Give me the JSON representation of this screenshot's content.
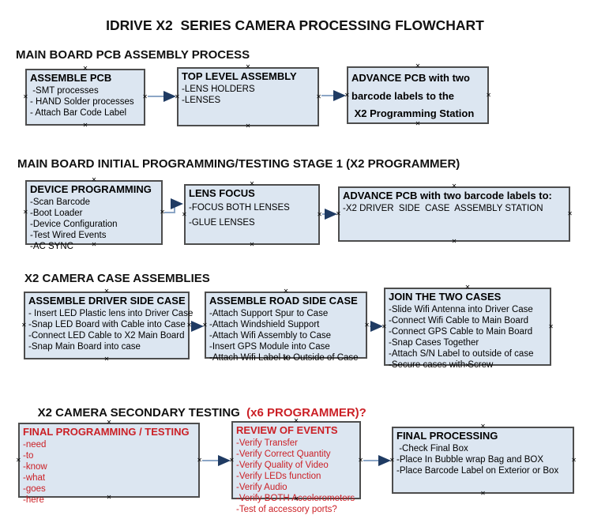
{
  "page": {
    "title": "IDRIVE X2  SERIES CAMERA PROCESSING FLOWCHART"
  },
  "colors": {
    "box_fill": "#dce6f1",
    "box_border": "#4d4d4d",
    "connector_line": "#8ca6c6",
    "connector_arrowhead": "#1f3b63",
    "red_text": "#cb2026",
    "black_text": "#111111"
  },
  "icons": {
    "connection_point": "x-mark",
    "connector": "right-arrow"
  },
  "sections": [
    {
      "heading": "MAIN BOARD PCB ASSEMBLY PROCESS",
      "boxes": [
        {
          "title": "ASSEMBLE PCB",
          "items": [
            " -SMT processes",
            "- HAND Solder processes",
            "- Attach Bar Code Label"
          ]
        },
        {
          "title": "TOP LEVEL ASSEMBLY",
          "items": [
            "-LENS HOLDERS",
            "-LENSES"
          ]
        },
        {
          "title": "ADVANCE PCB with two",
          "items": [
            "barcode labels to the",
            " X2 Programming Station"
          ]
        }
      ]
    },
    {
      "heading": "MAIN BOARD INITIAL PROGRAMMING/TESTING STAGE 1 (X2 PROGRAMMER)",
      "boxes": [
        {
          "title": "DEVICE PROGRAMMING",
          "items": [
            "-Scan Barcode",
            "-Boot Loader",
            "-Device Configuration",
            "-Test Wired Events",
            "-AC SYNC"
          ]
        },
        {
          "title": "LENS FOCUS",
          "items": [
            "-FOCUS BOTH LENSES",
            "-GLUE LENSES"
          ]
        },
        {
          "title": "ADVANCE PCB with two barcode labels to:",
          "items": [
            "-X2 DRIVER  SIDE  CASE  ASSEMBLY STATION"
          ]
        }
      ]
    },
    {
      "heading": "X2 CAMERA CASE ASSEMBLIES",
      "boxes": [
        {
          "title": "ASSEMBLE DRIVER SIDE CASE",
          "items": [
            "- Insert LED Plastic lens into Driver Case",
            "-Snap LED Board with Cable into Case",
            "-Connect LED Cable to X2 Main Board",
            "-Snap Main Board into case"
          ]
        },
        {
          "title": "ASSEMBLE ROAD SIDE CASE",
          "items": [
            "-Attach Support Spur to Case",
            "-Attach Windshield Support",
            "-Attach Wifi Assembly to Case",
            "-Insert GPS Module into Case",
            "-Attach Wifi Label to Outside of Case"
          ]
        },
        {
          "title": "JOIN THE TWO CASES",
          "items": [
            "-Slide Wifi Antenna into Driver Case",
            "-Connect Wifi Cable to Main Board",
            "-Connect GPS Cable to Main Board",
            "-Snap Cases Together",
            "-Attach S/N Label to outside of case",
            "-Secure cases with Screw"
          ]
        }
      ]
    },
    {
      "heading": "X2 CAMERA SECONDARY TESTING  ",
      "heading_accent": "(x6 PROGRAMMER)?",
      "boxes": [
        {
          "title": "FINAL PROGRAMMING / TESTING",
          "items": [
            "-need",
            "-to",
            "-know",
            "-what",
            "-goes",
            "-here"
          ]
        },
        {
          "title": "REVIEW OF EVENTS",
          "items": [
            "-Verify Transfer",
            "-Verify Correct Quantity",
            "-Verify Quality of Video",
            "-Verify LEDs function",
            "-Verify Audio",
            "-Verify BOTH Accelerometers",
            "-Test of accessory ports?"
          ]
        },
        {
          "title": "FINAL PROCESSING",
          "items": [
            " -Check Final Box",
            "-Place In Bubble wrap Bag and BOX",
            "-Place Barcode Label on Exterior or Box"
          ]
        }
      ]
    }
  ]
}
